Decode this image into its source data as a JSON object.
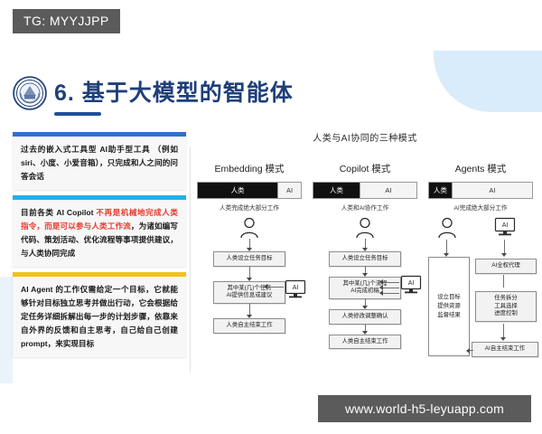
{
  "watermarks": {
    "telegram_badge": "TG: MYYJJPP",
    "site_url": "www.world-h5-leyuapp.com"
  },
  "slide": {
    "title": "6. 基于大模型的智能体",
    "emblem_name": "university-seal-emblem",
    "accent_navy": "#1f3f7a",
    "decor_blue": "#d8ecfb"
  },
  "cards": [
    {
      "bar_color": "#2f6fd0",
      "text_parts": [
        {
          "text": "过去的嵌入式工具型 AI助手型工具 （例如siri、小度、小爱音箱），只完成和人之间的问答会话",
          "highlight": false
        }
      ]
    },
    {
      "bar_color": "#22b0e8",
      "text_parts": [
        {
          "text": "目前各类 AI Copilot ",
          "highlight": false
        },
        {
          "text": "不再是机械地完成人类指令，而是可以参与人类工作流",
          "highlight": true
        },
        {
          "text": "，为诸如编写代码、策划活动、优化流程等事项提供建议，与人类协同完成",
          "highlight": false
        }
      ]
    },
    {
      "bar_color": "#f2c118",
      "text_parts": [
        {
          "text": "AI Agent 的工作仅需给定一个目标，它就能够针对目标独立思考并做出行动，它会根据给定任务详细拆解出每一步的计划步骤，依靠来自外界的反馈和自主思考，自己给自己创建 prompt，来实现目标",
          "highlight": false
        }
      ]
    }
  ],
  "diagram": {
    "title": "人类与AI协同的三种模式",
    "human_label": "人类",
    "ai_label": "AI",
    "columns": [
      {
        "title": "Embedding 模式",
        "human_pct": 78,
        "ai_pct": 22,
        "caption": "人类完成绝大部分工作",
        "actor_icon": "person-icon",
        "steps": [
          "人类设立任务目标",
          "其中某(几)个任务\nAI提供信息或建议",
          "人类自主结束工作"
        ],
        "side_icon": "ai-monitor-icon",
        "side_icon_label": "AI",
        "side_connects_to_step": 1,
        "side_wire_count": 1
      },
      {
        "title": "Copilot 模式",
        "human_pct": 45,
        "ai_pct": 55,
        "caption": "人类和AI协作工作",
        "actor_icon": "person-icon",
        "steps": [
          "人类设立任务目标",
          "其中某(几)个流程\nAI完成初稿",
          "人类修改调整确认",
          "人类自主结束工作"
        ],
        "side_icon": "ai-monitor-icon",
        "side_icon_label": "AI",
        "side_connects_to_step": 1,
        "side_wire_count": 3
      },
      {
        "title": "Agents 模式",
        "human_pct": 22,
        "ai_pct": 78,
        "caption": "AI完成绝大部分工作",
        "actor_icon": "person-icon",
        "side_icon": "ai-monitor-icon",
        "side_icon_label": "AI",
        "left_box": "设立目标\n提供资源\n监督结果",
        "steps": [
          "AI全权代理",
          "任务拆分\n工具选择\n进度控制",
          "AI自主结束工作"
        ]
      }
    ]
  }
}
